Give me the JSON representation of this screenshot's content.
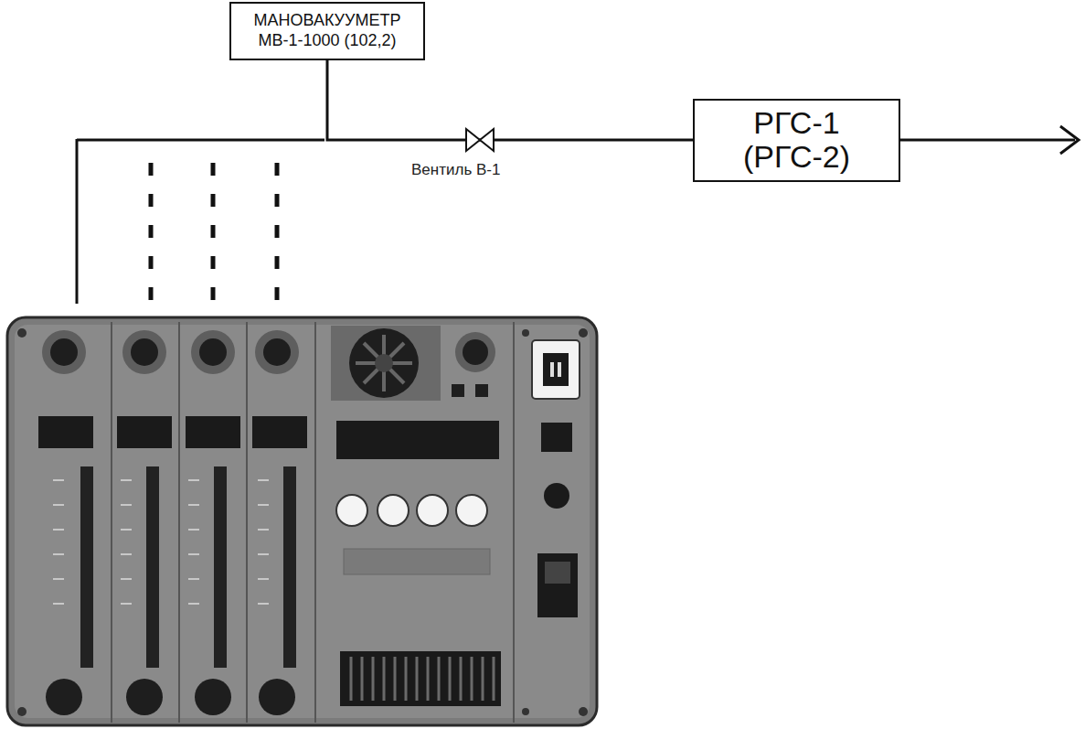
{
  "diagram": {
    "nodes": [
      {
        "text": [
          "МАНОВАКУУМЕТР МВ-1-1000 (102,2)"
        ]
      },
      {
        "text": [
          "РГС-1 (РГС-2)"
        ]
      }
    ],
    "edges": [
      {
        "from": 0,
        "to": 1,
        "arrow": "none"
      }
    ],
    "labels": [
      "Вентиль В-1"
    ]
  }
}
